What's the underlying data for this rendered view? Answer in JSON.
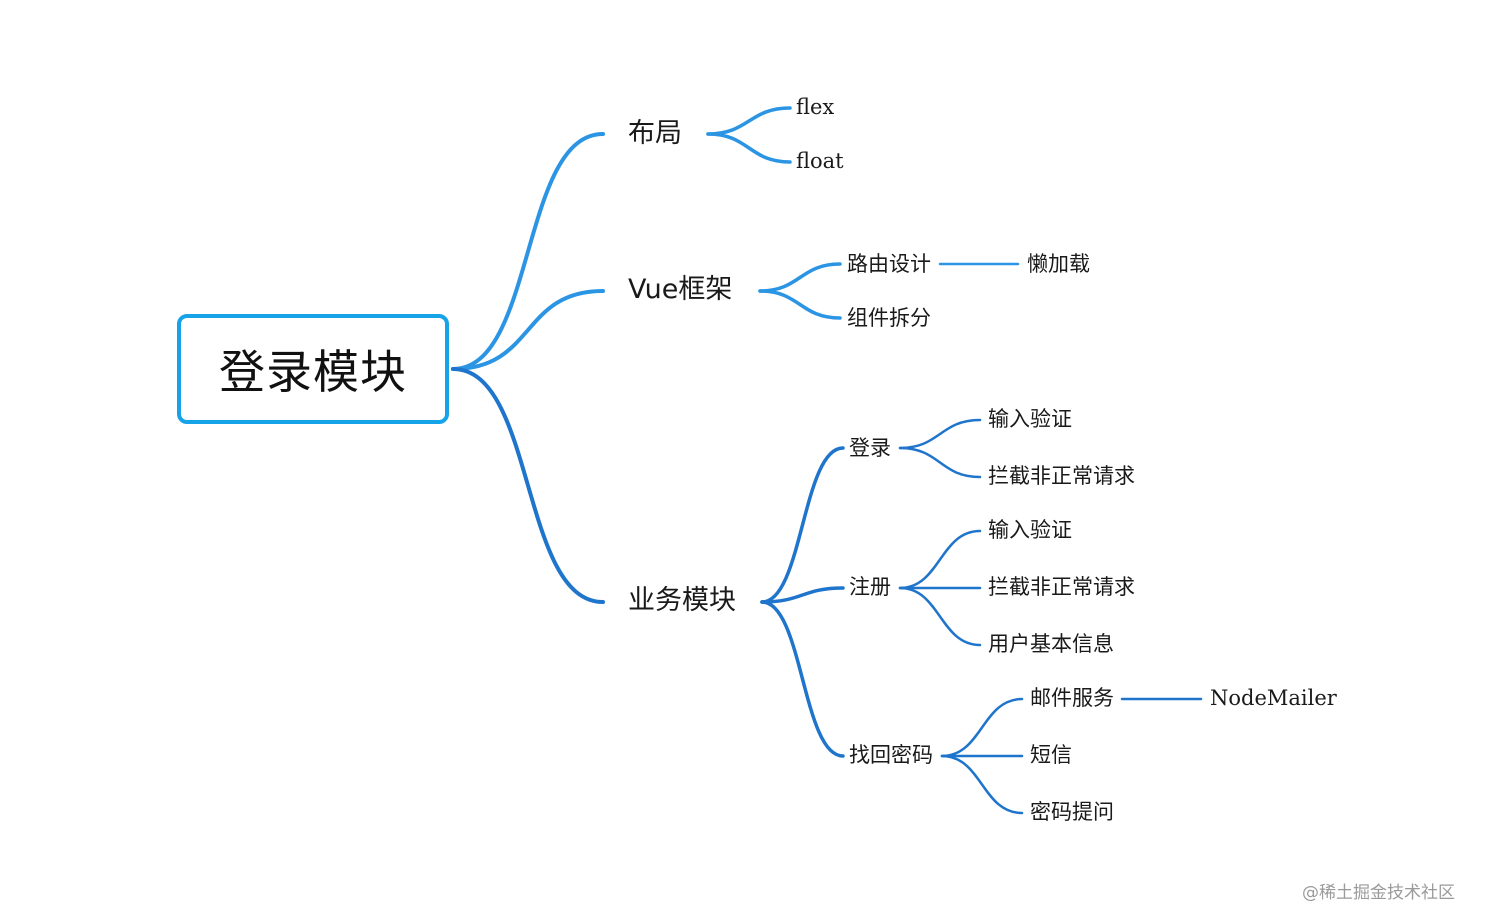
{
  "mindmap": {
    "root": "登录模块",
    "layout": {
      "branch_colors": {
        "top": "#2b95e4",
        "bottom": "#1f74cc"
      },
      "root_border_color": "#17a3e8"
    },
    "branches": [
      {
        "label": "布局",
        "children": [
          {
            "label": "flex"
          },
          {
            "label": "float"
          }
        ]
      },
      {
        "label": "Vue框架",
        "children": [
          {
            "label": "路由设计",
            "children": [
              {
                "label": "懒加载"
              }
            ]
          },
          {
            "label": "组件拆分"
          }
        ]
      },
      {
        "label": "业务模块",
        "children": [
          {
            "label": "登录",
            "children": [
              {
                "label": "输入验证"
              },
              {
                "label": "拦截非正常请求"
              }
            ]
          },
          {
            "label": "注册",
            "children": [
              {
                "label": "输入验证"
              },
              {
                "label": "拦截非正常请求"
              },
              {
                "label": "用户基本信息"
              }
            ]
          },
          {
            "label": "找回密码",
            "children": [
              {
                "label": "邮件服务",
                "children": [
                  {
                    "label": "NodeMailer"
                  }
                ]
              },
              {
                "label": "短信"
              },
              {
                "label": "密码提问"
              }
            ]
          }
        ]
      }
    ]
  },
  "watermark": "@稀土掘金技术社区"
}
